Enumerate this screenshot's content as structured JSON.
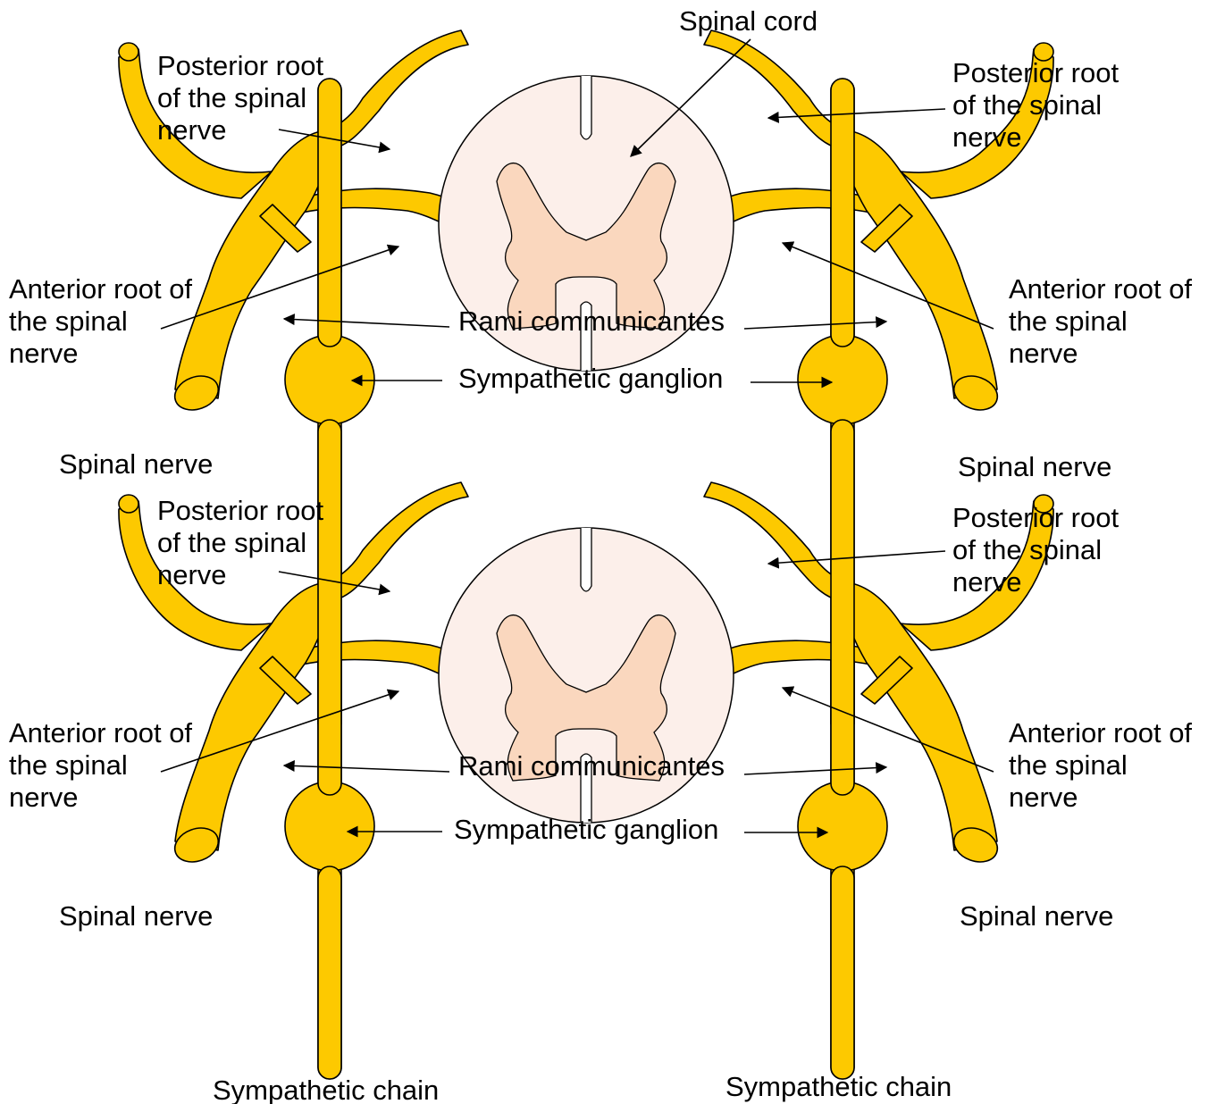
{
  "colors": {
    "nerve": "#FDC900",
    "white_matter": "#FCEFEA",
    "grey_matter": "#FAD7BE",
    "outline": "#000000"
  },
  "labels": {
    "spinal_cord": "Spinal cord",
    "posterior_root": [
      "Posterior root",
      "of the spinal",
      "nerve"
    ],
    "anterior_root": [
      "Anterior root of",
      "the spinal",
      "nerve"
    ],
    "rami_communicantes": "Rami communicantes",
    "sympathetic_ganglion": "Sympathetic ganglion",
    "spinal_nerve": "Spinal nerve",
    "sympathetic_chain": "Sympathetic chain"
  }
}
